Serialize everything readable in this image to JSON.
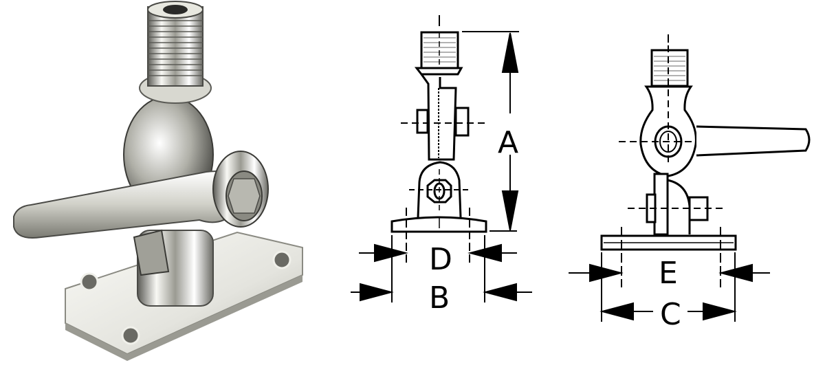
{
  "figure": {
    "photo": {
      "subject": "chrome antenna mount with adjustable lever",
      "parts": [
        "threaded-stud",
        "swivel-ball",
        "locking-lever",
        "hex-bolt",
        "base-plate",
        "mounting-holes"
      ]
    },
    "side_view": {
      "labels": {
        "height": "A",
        "inner_width": "D",
        "outer_width": "B"
      }
    },
    "front_view": {
      "labels": {
        "inner_width": "E",
        "outer_width": "C"
      }
    }
  },
  "colors": {
    "line": "#000000",
    "background": "#ffffff",
    "chrome_light": "#f4f4f0",
    "chrome_mid": "#c8c8c0",
    "chrome_dark": "#3a3a38"
  }
}
